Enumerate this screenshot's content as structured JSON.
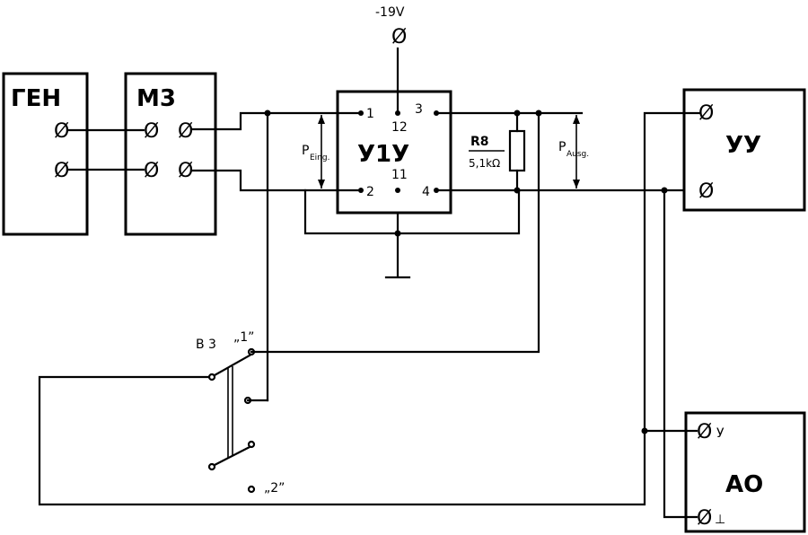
{
  "supply": {
    "label": "-19V"
  },
  "blocks": {
    "gen": {
      "label": "ГЕН"
    },
    "m3": {
      "label": "М3"
    },
    "u1u": {
      "label": "У1У"
    },
    "uu": {
      "label": "УУ"
    },
    "ao": {
      "label": "АО"
    }
  },
  "pins": {
    "p1": "1",
    "p2": "2",
    "p3": "3",
    "p4": "4",
    "p12": "12",
    "p11": "11"
  },
  "resistor": {
    "name": "R8",
    "value": "5,1kΩ"
  },
  "power": {
    "in_main": "P",
    "in_sub": "Eing.",
    "out_main": "P",
    "out_sub": "Ausg."
  },
  "switch": {
    "name": "В 3",
    "pos1": "„1”",
    "pos2": "„2”"
  },
  "ao_inputs": {
    "y": "У",
    "ground": "⊥"
  },
  "terminal_symbol": "Ø"
}
